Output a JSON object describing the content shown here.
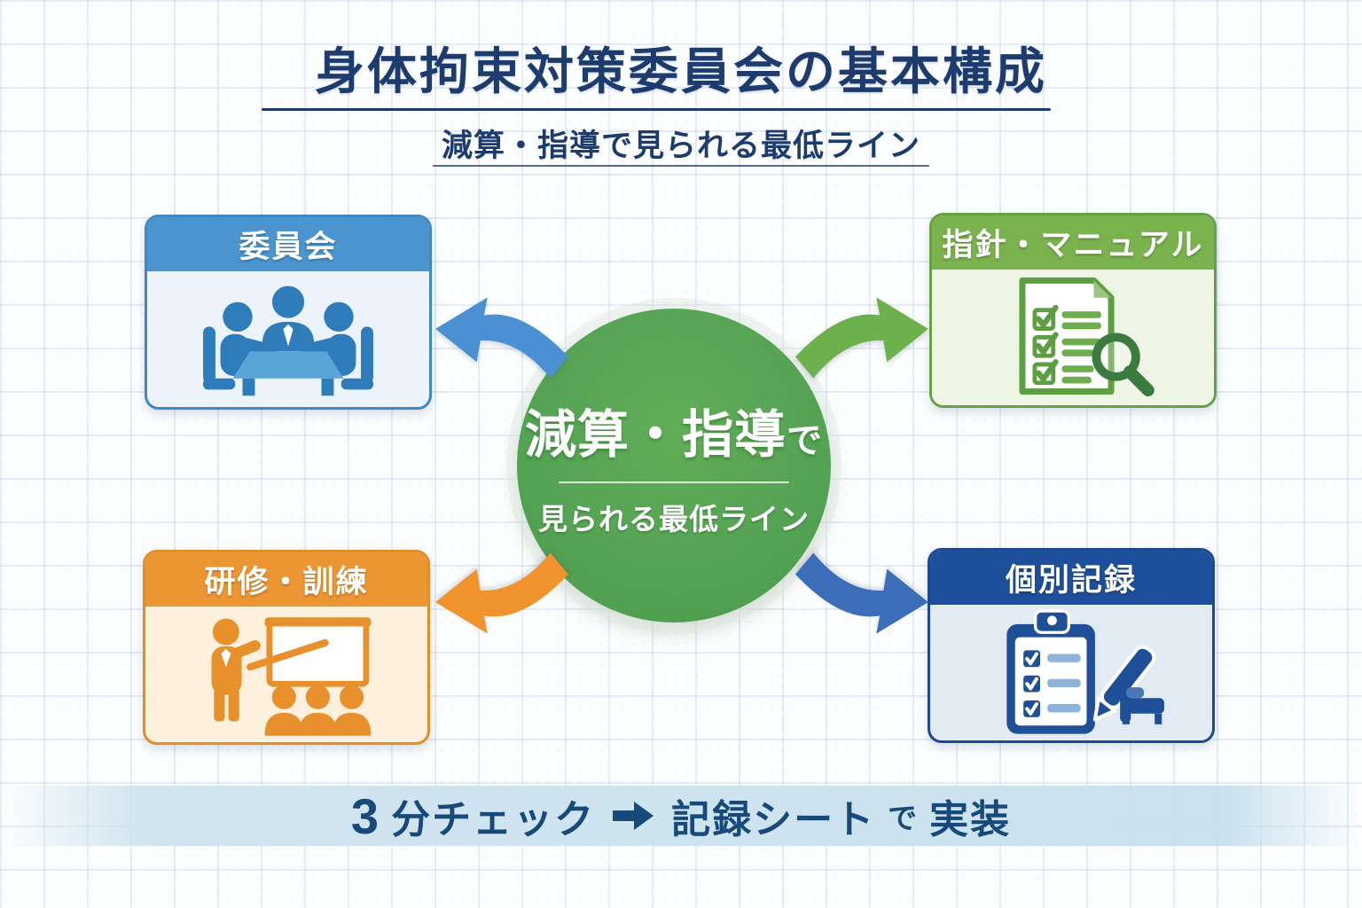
{
  "page": {
    "title": "身体拘束対策委員会の基本構成",
    "subtitle": "減算・指導で見られる最低ライン"
  },
  "center_circle": {
    "line1_main": "減算・指導",
    "line1_small": "で",
    "line2": "見られる最低ライン"
  },
  "cards": {
    "committee": {
      "label": "委員会",
      "icon": "meeting-people-icon",
      "accent": "#4a94cf"
    },
    "manual": {
      "label": "指針・マニュアル",
      "icon": "checklist-magnifier-icon",
      "accent": "#7ab24e"
    },
    "training": {
      "label": "研修・訓練",
      "icon": "trainer-whiteboard-icon",
      "accent": "#eb9632"
    },
    "records": {
      "label": "個別記録",
      "icon": "clipboard-pen-bed-icon",
      "accent": "#1e4f9b"
    }
  },
  "arrows": {
    "to_committee": "#4a90d2",
    "to_manual": "#6db14c",
    "to_training": "#f0932d",
    "to_records": "#3b6db8"
  },
  "banner": {
    "num": "3",
    "left": "分チェック",
    "arrow_icon": "right-arrow-icon",
    "right_main": "記録シート",
    "right_small": "で",
    "right_end": "実装"
  },
  "colors": {
    "title_text": "#1c3b6e",
    "circle_green": "#55a354",
    "banner_bg": "#cfe4ef",
    "banner_text": "#17497b",
    "grid_line": "#a5c3e6"
  }
}
